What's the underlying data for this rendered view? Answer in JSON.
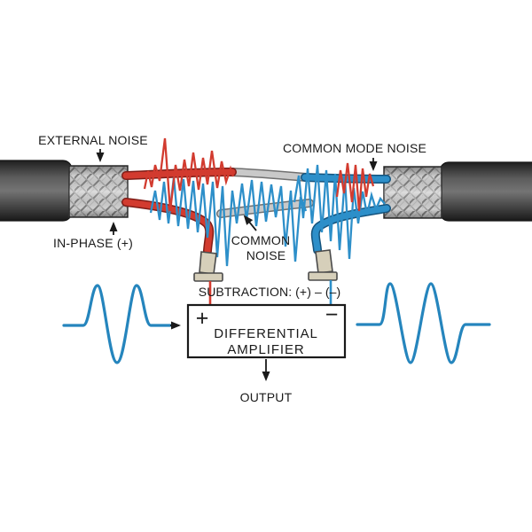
{
  "labels": {
    "external_noise": "EXTERNAL NOISE",
    "in_phase": "IN-PHASE (+)",
    "common_mode_noise": "COMMON MODE NOISE",
    "common_noise": {
      "line1": "COMMON",
      "line2": "NOISE"
    },
    "subtraction": "SUBTRACTION: (+) – (–)",
    "output": "OUTPUT"
  },
  "amplifier": {
    "plus_input": "+",
    "minus_input": "−",
    "line1": "DIFFERENTIAL",
    "line2": "AMPLIFIER"
  },
  "colors": {
    "ink": "#1a1a1a",
    "signal_red": "#d23b2f",
    "signal_red_dark": "#7f1d17",
    "signal_blue": "#2d8fc9",
    "signal_blue_dark": "#14537d",
    "waveform_blue": "#2585bd",
    "wire_gray": "#c9c9c9",
    "wire_gray_dark": "#707070",
    "connector_tan": "#d6cfba",
    "cable_jacket": "#4a4a4a",
    "shield_braid": "#d0d0d0"
  }
}
